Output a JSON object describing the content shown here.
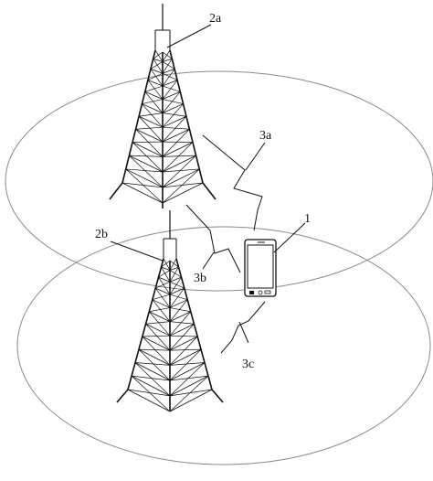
{
  "labels": {
    "tower_a": "2a",
    "tower_b": "2b",
    "link_a": "3a",
    "link_b": "3b",
    "link_c": "3c",
    "device": "1"
  },
  "colors": {
    "line": "#111111",
    "coverage": "#8a8a8a",
    "background": "#ffffff"
  },
  "icons": {
    "tower": "lattice-tower-icon",
    "device": "smartphone-icon",
    "signal": "lightning-zigzag-icon"
  }
}
